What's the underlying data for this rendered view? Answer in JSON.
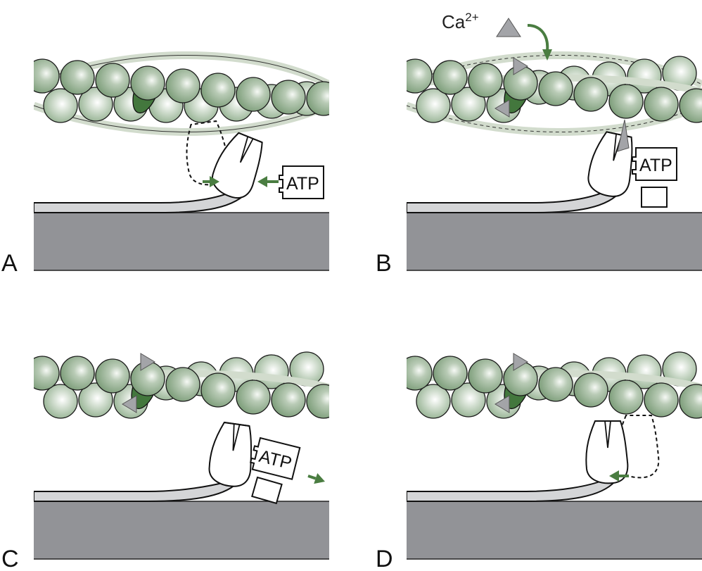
{
  "figure": {
    "panels": [
      {
        "label": "A",
        "atp_label": "ATP",
        "state": "cross-bridge bound, ATP approaching"
      },
      {
        "label": "B",
        "atp_label": "ATP",
        "state": "calcium binding, ATP hydrolysis"
      },
      {
        "label": "C",
        "atp_label": "ATP",
        "state": "ATP released"
      },
      {
        "label": "D",
        "atp_label": "",
        "state": "power stroke"
      }
    ],
    "calcium_label": "Ca",
    "calcium_charge": "2+"
  },
  "colors": {
    "actin_bead": "#8aa887",
    "actin_bead_light": "#e8efe6",
    "tropomyosin": "#d2dccd",
    "troponin": "#43773d",
    "arrow": "#4a7d41",
    "calcium": "#a3a4a8",
    "thick_filament_base": "#929397",
    "myosin_neck": "#d4d5d7"
  }
}
